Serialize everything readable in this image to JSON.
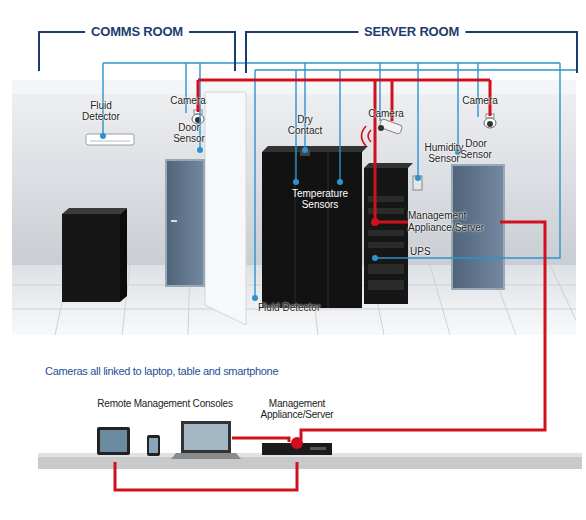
{
  "diagram": {
    "nodes": [
      {
        "text": [
          "COMMS ROOM"
        ]
      },
      {
        "text": [
          "SERVER ROOM"
        ]
      },
      {
        "text": [
          "Management Appliance/Server"
        ],
        "in": 1
      },
      {
        "text": [
          "Remote Management Consoles"
        ]
      },
      {
        "text": [
          "Management Appliance/Server"
        ]
      }
    ],
    "edges": [
      {
        "from": 2,
        "to": 4,
        "arrow": "none"
      },
      {
        "from": 4,
        "to": 3,
        "arrow": "none"
      }
    ],
    "labels": [
      "Fluid Detector",
      "Camera",
      "Door Sensor",
      "Dry Contact",
      "Camera",
      "Humidity Sensor",
      "Camera",
      "Door Sensor",
      "Temperature Sensors",
      "UPS",
      "Fluid Detector",
      "Cameras all linked to laptop, table and smartphone"
    ]
  }
}
